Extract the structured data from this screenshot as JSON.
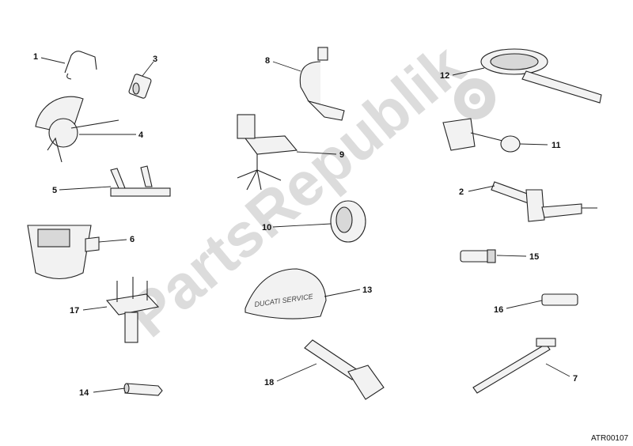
{
  "diagram": {
    "code": "ATR00107",
    "watermark": "PartsRepublik",
    "callouts": [
      "1",
      "3",
      "4",
      "5",
      "6",
      "17",
      "14",
      "8",
      "9",
      "10",
      "13",
      "18",
      "12",
      "11",
      "2",
      "15",
      "16",
      "7"
    ],
    "cover_brand": "DUCATI SERVICE"
  }
}
